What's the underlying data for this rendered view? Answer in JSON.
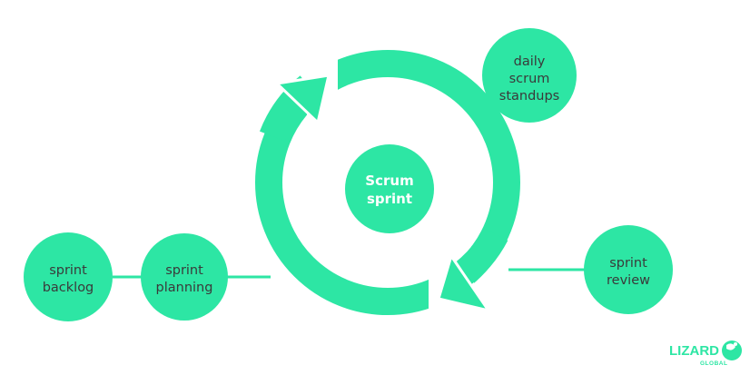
{
  "colors": {
    "accent": "#2de6a4",
    "node_text": "#3a3a3a",
    "center_text": "#ffffff",
    "logo_text": "#2de6a4",
    "background": "#ffffff"
  },
  "nodes": {
    "sprint_backlog": {
      "line1": "sprint",
      "line2": "backlog"
    },
    "sprint_planning": {
      "line1": "sprint",
      "line2": "planning"
    },
    "scrum_sprint": {
      "line1": "Scrum",
      "line2": "sprint"
    },
    "daily_scrum": {
      "line1": "daily",
      "line2": "scrum",
      "line3": "standups"
    },
    "sprint_review": {
      "line1": "sprint",
      "line2": "review"
    }
  },
  "logo": {
    "name": "LIZARD",
    "subtitle": "GLOBAL",
    "icon": "lizard-icon"
  }
}
